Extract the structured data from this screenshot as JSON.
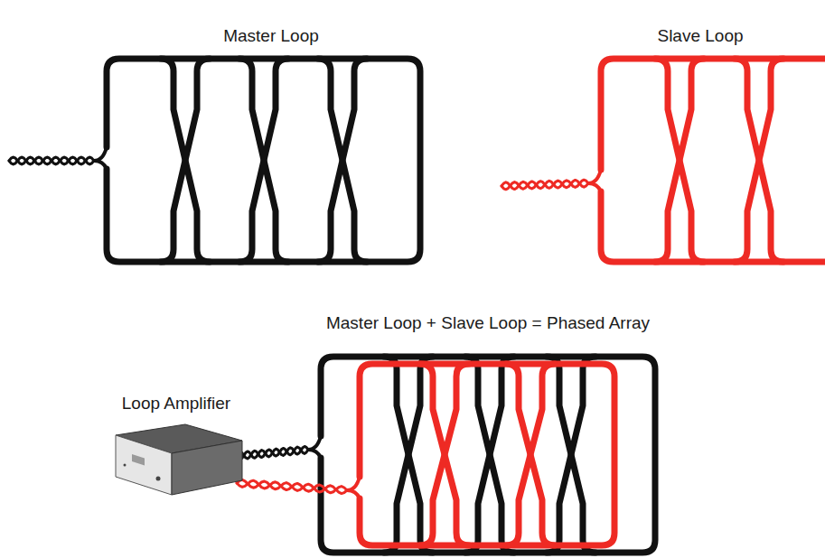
{
  "diagram": {
    "labels": [
      "Master Loop",
      "Slave Loop",
      "Master Loop + Slave Loop = Phased Array",
      "Loop Amplifier"
    ]
  }
}
